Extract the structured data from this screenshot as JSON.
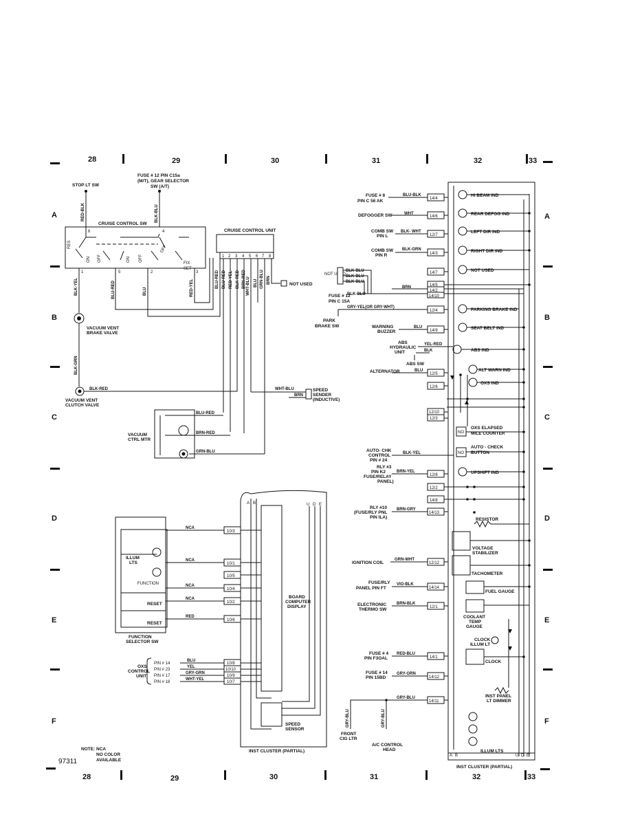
{
  "grid": {
    "top": [
      "28",
      "29",
      "30",
      "31",
      "32",
      "33"
    ],
    "bottom": [
      "28",
      "29",
      "30",
      "31",
      "32",
      "33"
    ],
    "rows": [
      "A",
      "B",
      "C",
      "D",
      "E",
      "F"
    ]
  },
  "figure_number": "97311",
  "note": {
    "line1": "NOTE: NCA",
    "line2": "NO COLOR",
    "line3": "AVAILABLE"
  },
  "cruise": {
    "stop_lt_sw": "STOP LT SW",
    "fuse12_a": "FUSE # 12 PIN C15a",
    "fuse12_b": "(M/T), GEAR SELECTOR",
    "fuse12_c": "SW (A/T)",
    "sw_title": "CRUISE CONTROL SW",
    "unit_title": "CRUISE CONTROL UNIT",
    "unit_pins": [
      "1",
      "2",
      "3",
      "4",
      "5",
      "6",
      "7",
      "8"
    ],
    "unit_wires": [
      "BLU-RED",
      "BLU-RED",
      "RED-YEL",
      "BLK-RED",
      "BRN-RED",
      "WHT-BLU",
      "BLU",
      "GRN-BLU",
      "BRN"
    ],
    "not_used": "NOT USED",
    "contacts": [
      "RES",
      "ON",
      "OFF",
      "ON",
      "OFF",
      "OFF",
      "FIX",
      "SET"
    ],
    "term": [
      "6",
      "4",
      "1",
      "5",
      "2",
      "3"
    ],
    "w_red_blk": "RED-BLK",
    "w_blk_blu": "BLK-BLU",
    "w_blk_yel": "BLK-YEL",
    "w_blu_red": "BLU-RED",
    "w_blu": "BLU",
    "w_red_yel": "RED-YEL",
    "w_blk_grn": "BLK-GRN",
    "w_blk_red": "BLK-RED",
    "vent_brake_1": "VACUUM VENT",
    "vent_brake_2": "BRAKE VALVE",
    "vent_clutch_1": "VACUUM VENT",
    "vent_clutch_2": "CLUTCH VALVE",
    "w_wht_blu": "WHT-BLU",
    "w_brn": "BRN",
    "speed_sender_1": "SPEED",
    "speed_sender_2": "SENDER",
    "speed_sender_3": "(INDUCTIVE)",
    "vac_ctrl_1": "VACUUM",
    "vac_ctrl_2": "CTRL MTR",
    "w_blu_red2": "BLU-RED",
    "w_brn_red": "BRN-RED",
    "w_grn_blu": "GRN-BLU"
  },
  "function_sw": {
    "illum_lts_1": "ILLUM",
    "illum_lts_2": "LTS",
    "function": "FUNCTION",
    "reset": "RESET",
    "reset2": "RESET",
    "title_1": "FUNCTION",
    "title_2": "SELECTOR SW",
    "wires": [
      "NCA",
      "NCA",
      "NCA",
      "NCA",
      "RED"
    ],
    "pins": [
      "10/3",
      "10/1",
      "10/5",
      "10/4",
      "10/2",
      "10/6"
    ]
  },
  "oxs": {
    "title_1": "OXS",
    "title_2": "CONTROL",
    "title_3": "UNIT",
    "pins": [
      "PIN # 14",
      "PIN # 23",
      "PIN # 17",
      "PIN # 18"
    ],
    "wires": [
      "BLU",
      "YEL",
      "GRY-GRN",
      "WHT-YEL"
    ],
    "conn": [
      "10/8",
      "10/10",
      "10/9",
      "10/7"
    ]
  },
  "board": {
    "title_1": "BOARD",
    "title_2": "COMPUTER",
    "title_3": "DISPLAY",
    "speed_1": "SPEED",
    "speed_2": "SENSOR",
    "cluster": "INST CLUSTER (PARTIAL)",
    "cols": [
      "A",
      "B",
      "U",
      "D",
      "E"
    ]
  },
  "right": {
    "fuse8_1": "FUSE # 8",
    "fuse8_2": "PIN C 56 AK",
    "w_blu_blk": "BLU-BLK",
    "defogger": "DEFOGGER SW",
    "w_wht": "WHT",
    "comb_l_1": "COMB SW",
    "comb_l_2": "PIN L",
    "w_blk_wht": "BLK- WHT",
    "comb_r_1": "COMB SW",
    "comb_r_2": "PIN R",
    "w_blk_grn": "BLK-GRN",
    "not_used_label": "NOT USED",
    "blk_blu_set": [
      "BLK-BLU",
      "BLK-BLU",
      "BLK-BLU"
    ],
    "w_brn": "BRN",
    "w_blk_blu": "BLK-BLU",
    "fuse12_1": "FUSE # 12",
    "fuse12_2": "PIN C 15A",
    "w_gry_yel": "GRY-YEL(OR GRY-WHT)",
    "park_1": "PARK",
    "park_2": "BRAKE SW",
    "warn_1": "WARNING",
    "warn_2": "BUZZER",
    "w_blu": "BLU",
    "abs_1": "ABS",
    "abs_2": "HYDRAULIC",
    "abs_3": "UNIT",
    "w_yel_red": "YEL-RED",
    "w_blk": "BLK",
    "abs_sw": "ABS SW",
    "alternator": "ALTERNATOR",
    "w_blu2": "BLU",
    "autochk_1": "AUTO- CHK",
    "autochk_2": "CONTROL",
    "autochk_3": "PIN # 24",
    "w_blk_yel": "BLK-YEL",
    "rly3_1": "RLY #3",
    "rly3_2": "PIN K2",
    "rly3_3": "FUSE/RELAY",
    "rly3_4": "PANEL)",
    "w_brn_yel": "BRN-YEL",
    "rly10_1": "RLY #10",
    "rly10_2": "(FUSE/RLY PNL",
    "rly10_3": "PIN ILA)",
    "w_brn_gry": "BRN-GRY",
    "ign_coil": "IGNITION COIL",
    "w_grn_wht": "GRN-WHT",
    "fuse_rly_1": "FUSE/RLY",
    "fuse_rly_2": "PANEL PIN FT",
    "w_vio_blk": "VIO-BLK",
    "thermo_1": "ELECTRONIC",
    "thermo_2": "THERMO SW",
    "w_brn_blk": "BRN-BLK",
    "fuse4_1": "FUSE # 4",
    "fuse4_2": "PIN F3OAL",
    "w_red_blu": "RED-BLU",
    "fuse14_1": "FUSE # 14",
    "fuse14_2": "PIN 15BD",
    "w_gry_grn": "GRY-GRN",
    "w_gry_blu": "GRY-BLU",
    "w_gry_blu_v1": "GRY-BLU",
    "w_gry_blu_v2": "GRY-BLU",
    "front_1": "FRONT",
    "front_2": "CIG LTR",
    "ac_1": "A/C CONTROL",
    "ac_2": "HEAD",
    "conn": [
      "14/4",
      "14/6",
      "12/7",
      "14/3",
      "14/7",
      "14/5",
      "14/2",
      "14/10",
      "12/4",
      "14/9",
      "12/5",
      "12/6",
      "12/10",
      "12/3",
      "12/8",
      "12/2",
      "14/8",
      "14/13",
      "12/12",
      "14/14",
      "12/1",
      "14/1",
      "14/12",
      "14/11"
    ],
    "ind": {
      "hi_beam": "HI BEAM IND",
      "rear_defog": "REAR DEFOG IND",
      "left_dir": "LEFT DIR IND",
      "right_dir": "RIGHT DIR IND",
      "not_used": "NOT USED",
      "parking_brake": "PARKING BRAKE IND",
      "seat_belt": "SEAT BELT IND",
      "abs": "ABS IND",
      "alt_warn": "ALT WARN IND",
      "oxs": "OXS IND",
      "oxs_elapsed_1": "OXS ELAPSED",
      "oxs_elapsed_2": "MILE COUNTER",
      "no1": "NO",
      "auto_check_1": "AUTO - CHECK",
      "auto_check_2": "BUTTON",
      "no2": "NO",
      "upshift": "UPSHIFT IND",
      "resistor": "RESISTOR",
      "voltage_1": "VOLTAGE",
      "voltage_2": "STABILIZER",
      "tach": "TACHOMETER",
      "fuel": "FUEL GAUGE",
      "coolant_1": "COOLANT",
      "coolant_2": "TEMP",
      "coolant_3": "GAUGE",
      "clock_illum_1": "CLOCK",
      "clock_illum_2": "ILLUM LT",
      "clock": "CLOCK",
      "dimmer_1": "INST PANEL",
      "dimmer_2": "LT DIMMER",
      "illum_lts": "ILLUM LTS",
      "cluster": "INST CLUSTER (PARTIAL)",
      "cols": [
        "A",
        "B",
        "U",
        "D",
        "E"
      ]
    }
  }
}
